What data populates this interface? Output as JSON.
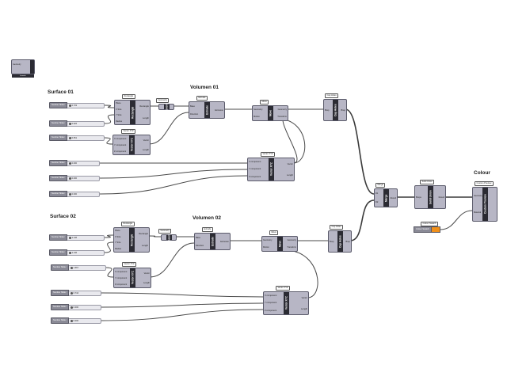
{
  "groups": {
    "surface01": "Surface 01",
    "volumen01": "Volumen 01",
    "surface02": "Surface 02",
    "volumen02": "Volumen 02",
    "colour": "Colour"
  },
  "widget": {
    "label": "Geometry",
    "core": "Geom",
    "sub": "bounds"
  },
  "sliders": [
    {
      "label": "Number Slider",
      "value": "0.733"
    },
    {
      "label": "Number Slider",
      "value": "0.626"
    },
    {
      "label": "Number Slider",
      "value": "0.651"
    },
    {
      "label": "Number Slider",
      "value": "0.000"
    },
    {
      "label": "Number Slider",
      "value": "0.000"
    },
    {
      "label": "Number Slider",
      "value": "0.000"
    },
    {
      "label": "Number Slider",
      "value": "1.146"
    },
    {
      "label": "Number Slider",
      "value": "1.146"
    },
    {
      "label": "Number Slider",
      "value": "1.667"
    },
    {
      "label": "Number Slider",
      "value": "0.744"
    },
    {
      "label": "Number Slider",
      "value": "0.000"
    },
    {
      "label": "Number Slider",
      "value": "0.000"
    }
  ],
  "components": {
    "rect1": {
      "tag": "Rectangle",
      "core": "Rectangle",
      "ins": [
        "Plane",
        "X Size",
        "Y Size",
        "Radius"
      ],
      "outs": [
        "Rectangle",
        "Length"
      ]
    },
    "vxyz1": {
      "tag": "Vector XYZ",
      "core": "Vector XYZ",
      "ins": [
        "X component",
        "Y component",
        "Z component"
      ],
      "outs": [
        "Vector",
        "Length"
      ]
    },
    "geom1": {
      "tag": "Geometry",
      "core": "Geom",
      "ins": [],
      "outs": []
    },
    "extr1": {
      "tag": "Extrude",
      "core": "Extrude",
      "ins": [
        "Base",
        "Direction"
      ],
      "outs": [
        "Extrusion"
      ]
    },
    "move1": {
      "tag": "Move",
      "core": "Move",
      "ins": [
        "Geometry",
        "Motion"
      ],
      "outs": [
        "Geometry",
        "Transform"
      ]
    },
    "cap1": {
      "tag": "Cap Holes",
      "core": "Cap Holes",
      "ins": [
        "Brep"
      ],
      "outs": [
        "Brep"
      ]
    },
    "vxyz2": {
      "tag": "Vector XYZ",
      "core": "Vector XYZ",
      "ins": [
        "X component",
        "Y component",
        "Z component"
      ],
      "outs": [
        "Vector",
        "Length"
      ]
    },
    "rect2": {
      "tag": "Rectangle",
      "core": "Rectangle",
      "ins": [
        "Plane",
        "X Size",
        "Y Size",
        "Radius"
      ],
      "outs": [
        "Rectangle",
        "Length"
      ]
    },
    "vxyz3": {
      "tag": "Vector XYZ",
      "core": "Vector XYZ",
      "ins": [
        "X component",
        "Y component",
        "Z component"
      ],
      "outs": [
        "Vector",
        "Length"
      ]
    },
    "geom2": {
      "tag": "Geometry",
      "core": "Geom",
      "ins": [],
      "outs": []
    },
    "extr2": {
      "tag": "Extrude",
      "core": "Extrude",
      "ins": [
        "Base",
        "Direction"
      ],
      "outs": [
        "Extrusion"
      ]
    },
    "move2": {
      "tag": "Move",
      "core": "Move",
      "ins": [
        "Geometry",
        "Motion"
      ],
      "outs": [
        "Geometry",
        "Transform"
      ]
    },
    "cap2": {
      "tag": "Cap Holes",
      "core": "Cap Holes",
      "ins": [
        "Brep"
      ],
      "outs": [
        "Brep"
      ]
    },
    "vxyz4": {
      "tag": "Vector XYZ",
      "core": "Vector XYZ",
      "ins": [
        "X component",
        "Y component",
        "Z component"
      ],
      "outs": [
        "Vector",
        "Length"
      ]
    },
    "merge": {
      "tag": "Merge",
      "core": "Merge",
      "ins": [
        "D1",
        "D2"
      ],
      "outs": [
        "Result"
      ]
    },
    "union": {
      "tag": "Solid Union",
      "core": "Solid Union",
      "ins": [
        "Breps"
      ],
      "outs": [
        "Result"
      ]
    },
    "preview": {
      "tag": "Custom Preview",
      "core": "Custom Preview",
      "ins": [
        "Geometry",
        "Material"
      ],
      "outs": []
    }
  },
  "swatch": {
    "tag": "Colour Swatch",
    "label": "Colour Swatch",
    "color": "#f0901a"
  },
  "colors": {
    "component": "#b7b6c5",
    "core": "#2b2b33",
    "wire": "#4a4a4a",
    "accent": "#f0901a"
  }
}
